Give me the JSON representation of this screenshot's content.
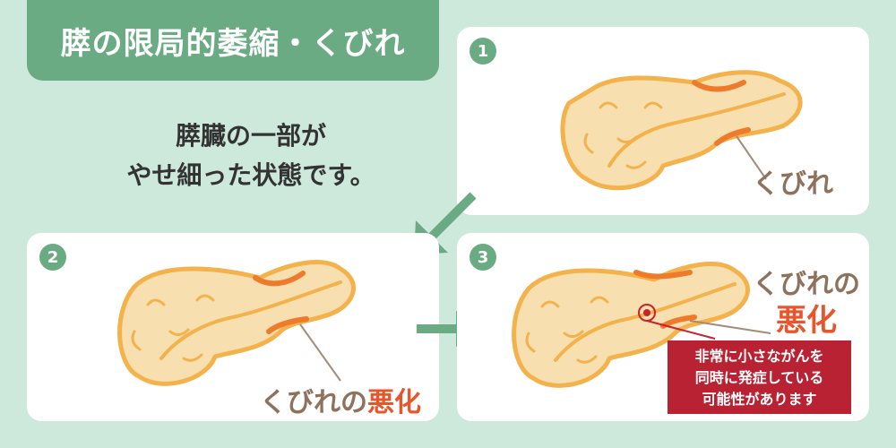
{
  "title": "膵の限局的萎縮・くびれ",
  "intro": {
    "line1": "膵臓の一部が",
    "line2": "やせ細った状態です。"
  },
  "panels": [
    {
      "number": "1",
      "label": "くびれ"
    },
    {
      "number": "2",
      "label_main": "くびれの",
      "label_accent": "悪化"
    },
    {
      "number": "3",
      "label_main": "くびれの",
      "label_accent": "悪化"
    }
  ],
  "warning": {
    "line1": "非常に小さながんを",
    "line2": "同時に発症している",
    "line3": "可能性があります"
  },
  "colors": {
    "background": "#cce9dc",
    "accent": "#6aab83",
    "pancreas_fill": "#f8dfb0",
    "pancreas_stroke": "#f3b24b",
    "constriction": "#ee7b2b",
    "highlight": "#e8552b",
    "warning_bg": "#b82232"
  }
}
